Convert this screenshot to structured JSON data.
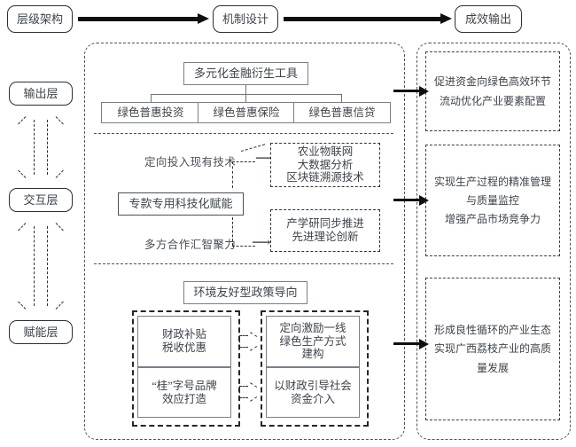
{
  "diagram": {
    "title_flow": {
      "steps": [
        {
          "id": "hierarchy",
          "label": "层级架构"
        },
        {
          "id": "mechanism",
          "label": "机制设计"
        },
        {
          "id": "output",
          "label": "成效输出"
        }
      ],
      "arrow_icon": "right-arrow-icon"
    },
    "layers": {
      "items": [
        {
          "id": "output-layer",
          "label": "输出层"
        },
        {
          "id": "interaction-layer",
          "label": "交互层"
        },
        {
          "id": "empower-layer",
          "label": "赋能层"
        }
      ],
      "connector_icon": "double-headed-dashed-arrow-icon"
    },
    "mechanism_panel": {
      "section_output": {
        "parent": "多元化金融衍生工具",
        "children": [
          "绿色普惠投资",
          "绿色普惠保险",
          "绿色普惠信贷"
        ]
      },
      "section_interaction": {
        "core": "专款专用科技化赋能",
        "label_top": "定向投入现有技术",
        "label_bottom": "多方合作汇智聚力",
        "target_top": "农业物联网\n大数据分析\n区块链溯源技术",
        "target_top_lines": [
          "农业物联网",
          "大数据分析",
          "区块链溯源技术"
        ],
        "target_bottom_lines": [
          "产学研同步推进",
          "先进理论创新"
        ]
      },
      "section_empower": {
        "header": "环境友好型政策导向",
        "left_group": [
          {
            "lines": [
              "财政补贴",
              "税收优惠"
            ]
          },
          {
            "lines": [
              "“桂”字号品牌",
              "效应打造"
            ]
          }
        ],
        "right_group": [
          {
            "lines": [
              "定向激励一线",
              "绿色生产方式",
              "建构"
            ]
          },
          {
            "lines": [
              "以财政引导社会",
              "资金介入"
            ]
          }
        ],
        "connector_icon": "dashed-arrow-icon"
      }
    },
    "outcome_panel": {
      "items": [
        {
          "id": "outcome-1",
          "lines": [
            "促进资金向绿色高效环节",
            "流动优化产业要素配置"
          ]
        },
        {
          "id": "outcome-2",
          "lines": [
            "实现生产过程的精准管理",
            "与质量监控",
            "增强产品市场竞争力"
          ]
        },
        {
          "id": "outcome-3",
          "lines": [
            "形成良性循环的产业生态",
            "实现广西荔枝产业的高质",
            "量发展"
          ]
        }
      ],
      "arrow_icon": "right-arrow-icon"
    },
    "colors": {
      "line": "#2b2f35",
      "text": "#3d434b",
      "border_soft": "#7b7f86",
      "background": "#ffffff"
    }
  }
}
